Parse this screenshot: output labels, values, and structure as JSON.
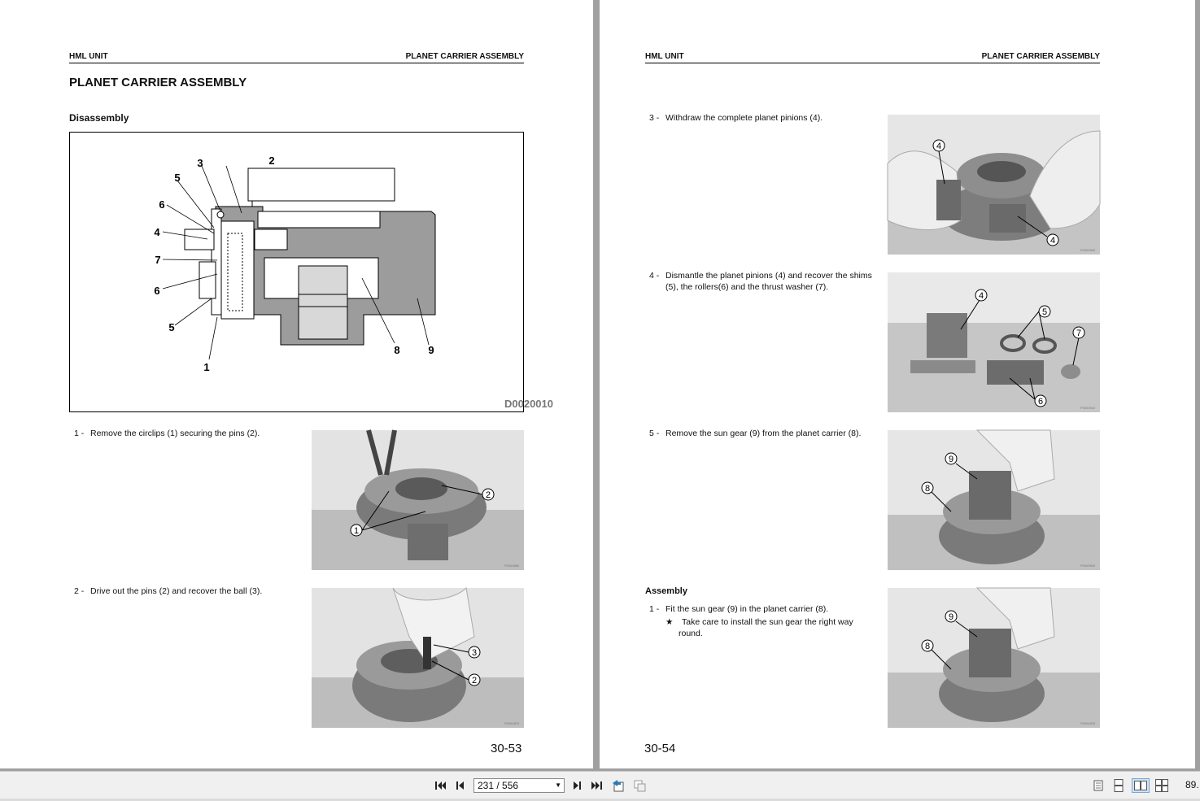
{
  "viewer": {
    "page_indicator": "231 / 556",
    "zoom": "89.",
    "buttons": {
      "first": "first-page",
      "prev": "previous-page",
      "next": "next-page",
      "last": "last-page",
      "back": "go-back",
      "forward": "go-forward",
      "single": "single-page-view",
      "continuous": "continuous-view",
      "facing": "facing-view",
      "facing_continuous": "continuous-facing-view"
    }
  },
  "left_page": {
    "header_left": "HML UNIT",
    "header_right": "PLANET CARRIER ASSEMBLY",
    "title": "PLANET CARRIER ASSEMBLY",
    "section": "Disassembly",
    "diagram": {
      "callouts": [
        "1",
        "2",
        "3",
        "4",
        "5",
        "6",
        "7",
        "6",
        "5",
        "8",
        "9"
      ],
      "ref": "D0020010"
    },
    "steps": [
      {
        "num": "1 -",
        "text": "Remove the circlips (1) securing the pins (2).",
        "photo_callouts": [
          "1",
          "2"
        ],
        "ref": "P0000880"
      },
      {
        "num": "2 -",
        "text": "Drive out the pins (2) and recover the ball (3).",
        "photo_callouts": [
          "3",
          "2"
        ],
        "ref": "P0000870"
      }
    ],
    "page_number": "30-53"
  },
  "right_page": {
    "header_left": "HML UNIT",
    "header_right": "PLANET CARRIER ASSEMBLY",
    "steps": [
      {
        "num": "3 -",
        "text": "Withdraw the complete planet pinions (4).",
        "photo_callouts": [
          "4",
          "4"
        ],
        "ref": "P0000900"
      },
      {
        "num": "4 -",
        "text_line1": "Dismantle the planet pinions (4) and recover the shims",
        "text_line2": "(5), the rollers(6) and the thrust washer (7).",
        "photo_callouts": [
          "4",
          "5",
          "7",
          "6"
        ],
        "ref": "P0000910"
      },
      {
        "num": "5 -",
        "text": "Remove the sun gear (9) from the planet carrier (8).",
        "photo_callouts": [
          "9",
          "8"
        ],
        "ref": "P0000920"
      }
    ],
    "assembly": {
      "heading": "Assembly",
      "num": "1 -",
      "text": "Fit the sun gear (9) in the planet carrier (8).",
      "note_symbol": "★",
      "note_line1": "Take care to install the sun gear the right way",
      "note_line2": "round.",
      "photo_callouts": [
        "9",
        "8"
      ],
      "ref": "P0000920"
    },
    "page_number": "30-54"
  }
}
